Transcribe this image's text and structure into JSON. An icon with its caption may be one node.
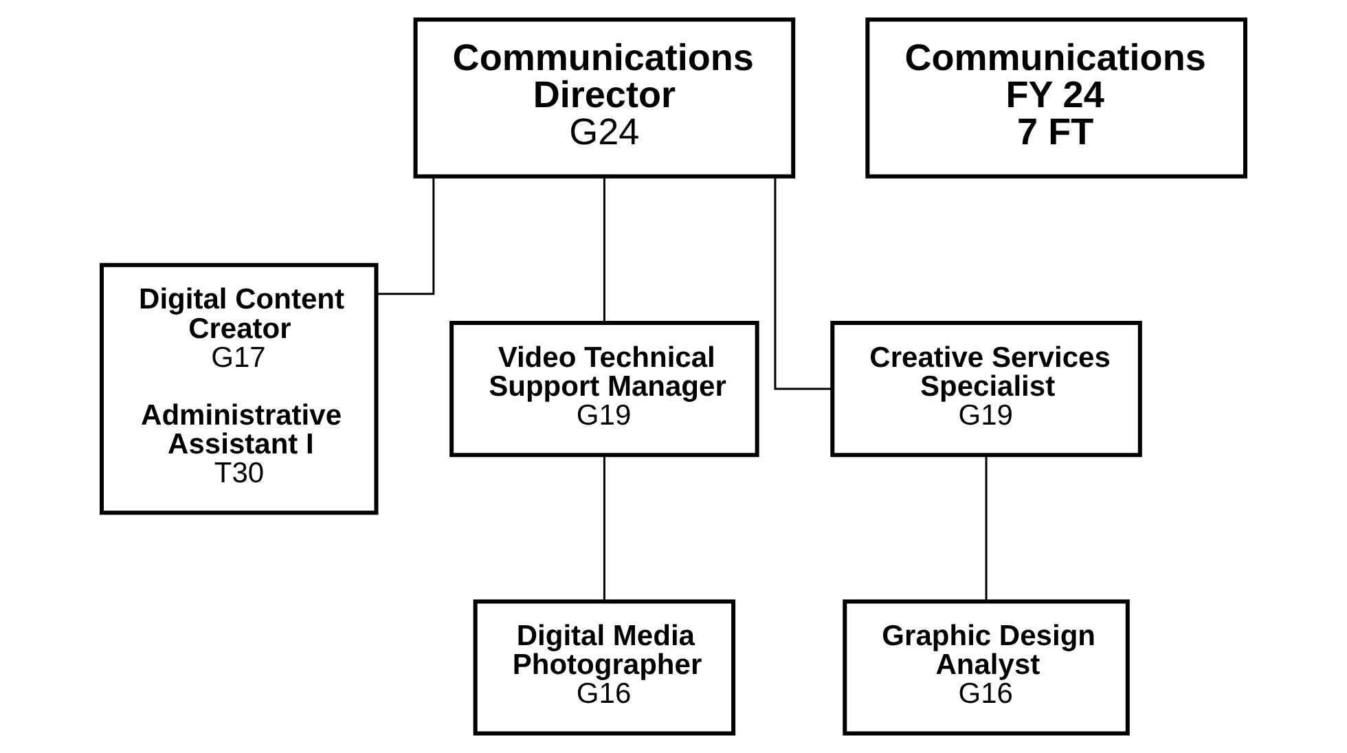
{
  "diagram": {
    "nodes": [
      {
        "text": [
          "Communications Director",
          "G24"
        ]
      },
      {
        "text": [
          "Communications",
          "FY 24",
          "7 FT"
        ]
      },
      {
        "text": [
          "Digital Content Creator",
          "G17",
          "Administrative Assistant I",
          "T30"
        ]
      },
      {
        "text": [
          "Video Technical Support Manager",
          "G19"
        ]
      },
      {
        "text": [
          "Creative Services Specialist",
          "G19"
        ]
      },
      {
        "text": [
          "Digital Media Photographer",
          "G16"
        ]
      },
      {
        "text": [
          "Graphic Design Analyst",
          "G16"
        ]
      }
    ],
    "edges": [
      {
        "from": 0,
        "to": 2,
        "arrow": "none"
      },
      {
        "from": 0,
        "to": 3,
        "arrow": "none"
      },
      {
        "from": 0,
        "to": 4,
        "arrow": "none"
      },
      {
        "from": 3,
        "to": 5,
        "arrow": "none"
      },
      {
        "from": 4,
        "to": 6,
        "arrow": "none"
      }
    ]
  }
}
